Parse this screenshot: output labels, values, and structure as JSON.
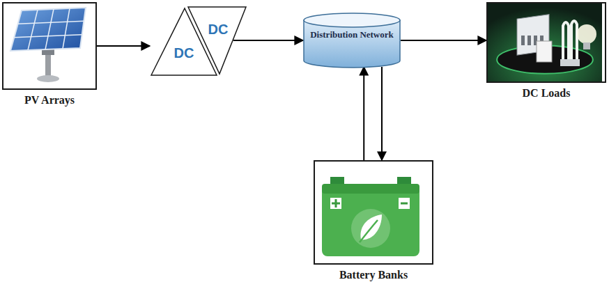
{
  "diagram": {
    "nodes": [
      {
        "text": [
          "PV Arrays"
        ]
      },
      {
        "text": [
          "DC",
          "DC"
        ]
      },
      {
        "text": [
          "Distribution Network"
        ]
      },
      {
        "text": [
          "DC Loads"
        ]
      },
      {
        "text": [
          "Battery Banks"
        ]
      }
    ],
    "edges": [
      {
        "from": 0,
        "to": 1,
        "arrow": "to"
      },
      {
        "from": 1,
        "to": 2,
        "arrow": "to"
      },
      {
        "from": 2,
        "to": 3,
        "arrow": "to"
      },
      {
        "from": 4,
        "to": 2,
        "arrow": "to"
      },
      {
        "from": 2,
        "to": 4,
        "arrow": "to"
      }
    ]
  }
}
